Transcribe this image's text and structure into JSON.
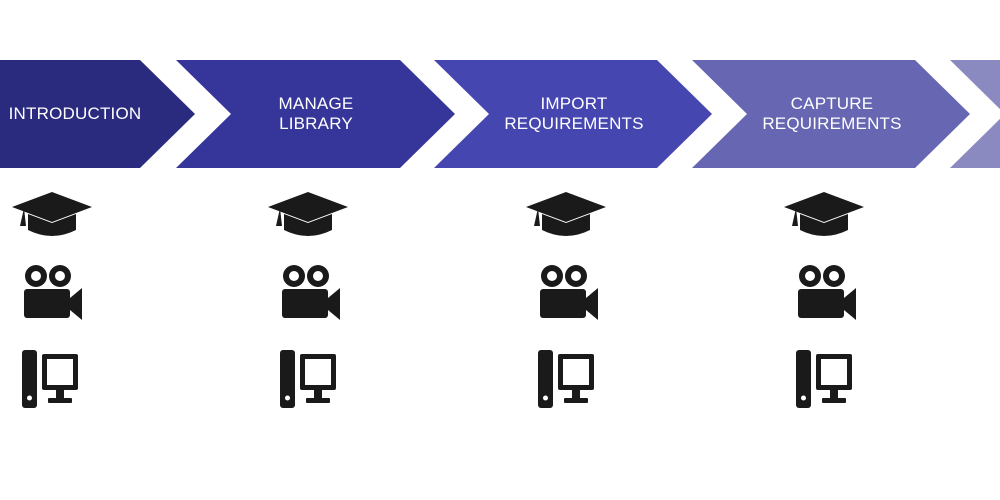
{
  "steps": [
    {
      "label_line1": "INTRODUCTION",
      "label_line2": "",
      "color": "#2a2a7e"
    },
    {
      "label_line1": "MANAGE",
      "label_line2": "LIBRARY",
      "color": "#36369a"
    },
    {
      "label_line1": "IMPORT",
      "label_line2": "REQUIREMENTS",
      "color": "#4646b0"
    },
    {
      "label_line1": "CAPTURE",
      "label_line2": "REQUIREMENTS",
      "color": "#6666b2"
    },
    {
      "label_line1": "",
      "label_line2": "",
      "color": "#8a8ac0"
    }
  ],
  "icons": {
    "row1": "graduation-cap-icon",
    "row2": "video-camera-icon",
    "row3": "desktop-computer-icon"
  },
  "colors": {
    "icon": "#1a1a1a",
    "background": "#ffffff"
  }
}
